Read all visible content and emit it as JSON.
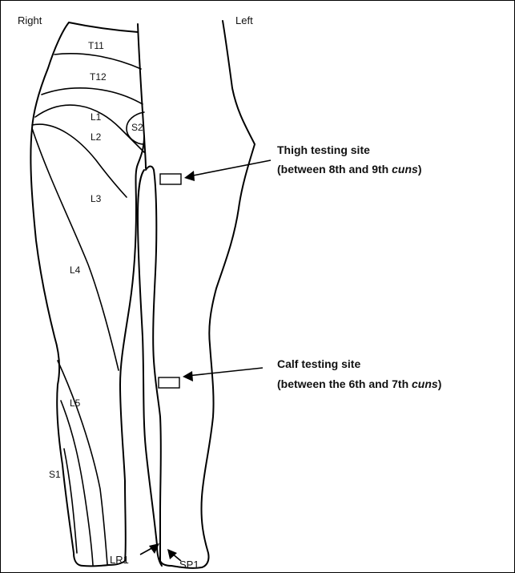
{
  "labels": {
    "right": "Right",
    "left": "Left"
  },
  "dermatomes": {
    "t11": "T11",
    "t12": "T12",
    "l1": "L1",
    "l2": "L2",
    "s2": "S2",
    "l3": "L3",
    "l4": "L4",
    "l5": "L5",
    "s1": "S1"
  },
  "points": {
    "lr1": "LR1",
    "sp1": "SP1"
  },
  "sites": {
    "thigh": {
      "line1": "Thigh testing site",
      "line2_prefix": "(between 8th and 9th ",
      "line2_italic": "cuns",
      "line2_suffix": ")"
    },
    "calf": {
      "line1": "Calf testing site",
      "line2_prefix": "(between the 6th and 7th ",
      "line2_italic": "cuns",
      "line2_suffix": ")"
    }
  },
  "colors": {
    "ink": "#000000",
    "background": "#ffffff"
  }
}
